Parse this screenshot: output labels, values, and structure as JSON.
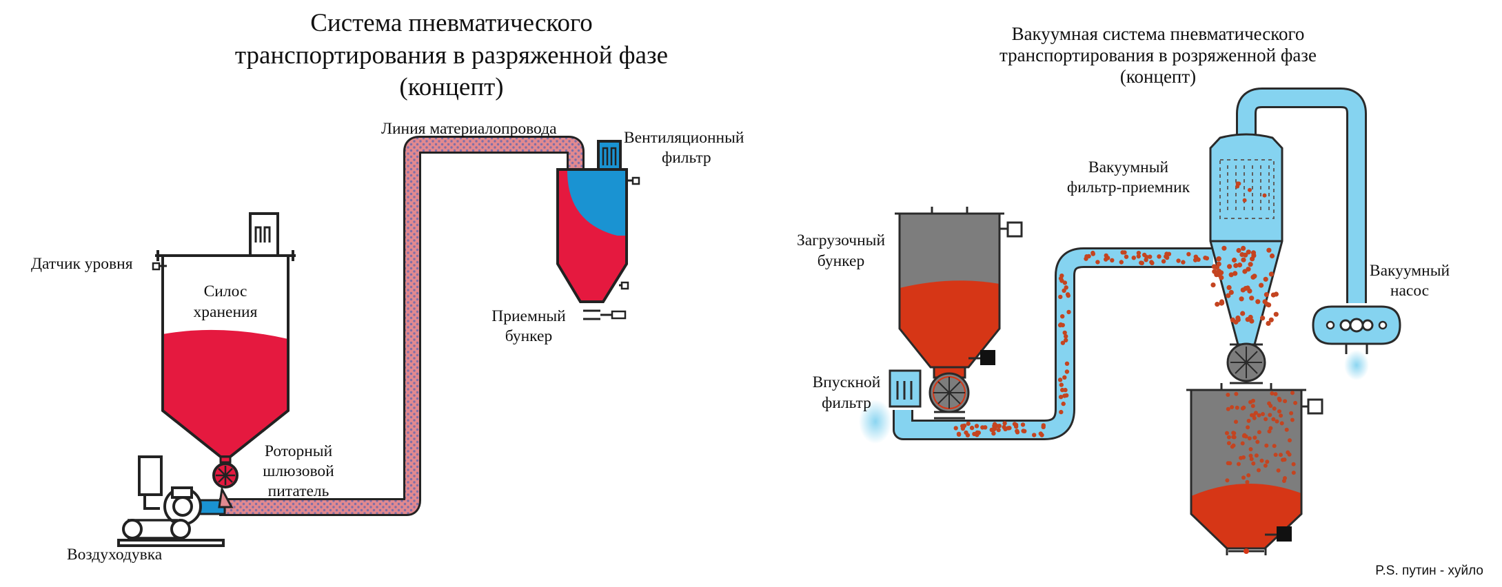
{
  "left_diagram": {
    "title": [
      "Система пневматического",
      "транспортирования в разряженной фазе",
      "(концепт)"
    ],
    "labels": {
      "level_sensor": "Датчик уровня",
      "silo": [
        "Силос",
        "хранения"
      ],
      "rotary_valve": [
        "Роторный",
        "шлюзовой",
        "питатель"
      ],
      "blower": "Воздуходувка",
      "pipeline": "Линия материалопровода",
      "vent_filter": [
        "Вентиляционный",
        "фильтр"
      ],
      "receiver": [
        "Приемный",
        "бункер"
      ]
    },
    "colors": {
      "material": "#e5193f",
      "air": "#1a93d2",
      "pipe_fill": "#e2898f",
      "outline": "#222222"
    }
  },
  "right_diagram": {
    "title": [
      "Вакуумная система пневматического",
      "транспортирования в розряженной фазе",
      "(концепт)"
    ],
    "labels": {
      "feed_hopper": [
        "Загрузочный",
        "бункер"
      ],
      "inlet_filter": [
        "Впускной",
        "фильтр"
      ],
      "vacuum_filter_receiver": [
        "Вакуумный",
        "фильтр-приемник"
      ],
      "vacuum_pump": [
        "Вакуумный",
        "насос"
      ]
    },
    "colors": {
      "material": "#d63616",
      "air": "#85d3f0",
      "hopper_body": "#7d7d7d",
      "particles": "#c44420"
    }
  },
  "footnote": "P.S. путин - хуйло"
}
